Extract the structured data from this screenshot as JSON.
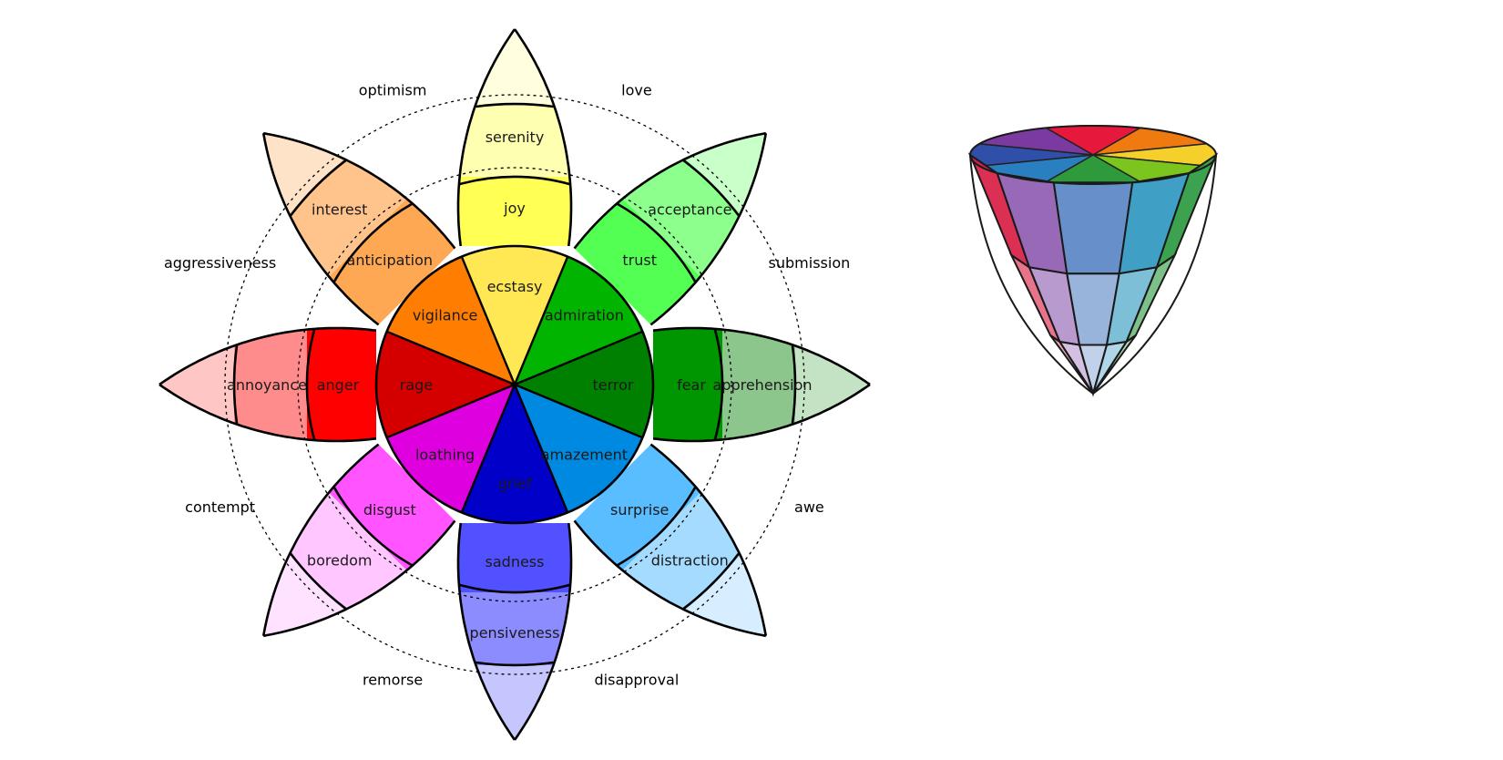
{
  "diagram": {
    "petals": [
      {
        "key": "joy",
        "angle": -90,
        "inner": "ecstasy",
        "middle": "joy",
        "outer": "serenity",
        "colors": [
          "#ffe854",
          "#ffff54",
          "#ffffb1",
          "#ffffe0"
        ]
      },
      {
        "key": "trust",
        "angle": -45,
        "inner": "admiration",
        "middle": "trust",
        "outer": "acceptance",
        "colors": [
          "#00b400",
          "#54ff54",
          "#8cff8c",
          "#c9ffc9"
        ]
      },
      {
        "key": "fear",
        "angle": 0,
        "inner": "terror",
        "middle": "fear",
        "outer": "apprehension",
        "colors": [
          "#008000",
          "#009600",
          "#8cc68c",
          "#c4e2c4"
        ]
      },
      {
        "key": "surprise",
        "angle": 45,
        "inner": "amazement",
        "middle": "surprise",
        "outer": "distraction",
        "colors": [
          "#0089e0",
          "#59bdff",
          "#a5dbff",
          "#d6eeff"
        ]
      },
      {
        "key": "sadness",
        "angle": 90,
        "inner": "grief",
        "middle": "sadness",
        "outer": "pensiveness",
        "colors": [
          "#0000c8",
          "#5151ff",
          "#8c8cff",
          "#c6c6ff"
        ]
      },
      {
        "key": "disgust",
        "angle": 135,
        "inner": "loathing",
        "middle": "disgust",
        "outer": "boredom",
        "colors": [
          "#de00de",
          "#ff54ff",
          "#ffc6ff",
          "#ffe2ff"
        ]
      },
      {
        "key": "anger",
        "angle": 180,
        "inner": "rage",
        "middle": "anger",
        "outer": "annoyance",
        "colors": [
          "#d40000",
          "#ff0000",
          "#ff8c8c",
          "#ffc6c6"
        ]
      },
      {
        "key": "anticipation",
        "angle": -135,
        "inner": "vigilance",
        "middle": "anticipation",
        "outer": "interest",
        "colors": [
          "#ff7d00",
          "#ffa854",
          "#ffc48c",
          "#ffe3c8"
        ]
      }
    ],
    "dyads": [
      {
        "label": "love",
        "angle": -67.5
      },
      {
        "label": "submission",
        "angle": -22.5
      },
      {
        "label": "awe",
        "angle": 22.5
      },
      {
        "label": "disapproval",
        "angle": 67.5
      },
      {
        "label": "remorse",
        "angle": 112.5
      },
      {
        "label": "contempt",
        "angle": 157.5
      },
      {
        "label": "aggressiveness",
        "angle": -157.5
      },
      {
        "label": "optimism",
        "angle": -112.5
      }
    ]
  },
  "cone": {
    "top_colors": [
      "#e6193c",
      "#ee7a10",
      "#f5d02a",
      "#7cc41e",
      "#2f9a3c",
      "#2a7fc0",
      "#2f4fa8",
      "#7a3aa0"
    ],
    "front_colors": [
      "#d81e44",
      "#8e5cb0",
      "#5a86c4",
      "#2f97c0",
      "#2d9a40"
    ]
  }
}
